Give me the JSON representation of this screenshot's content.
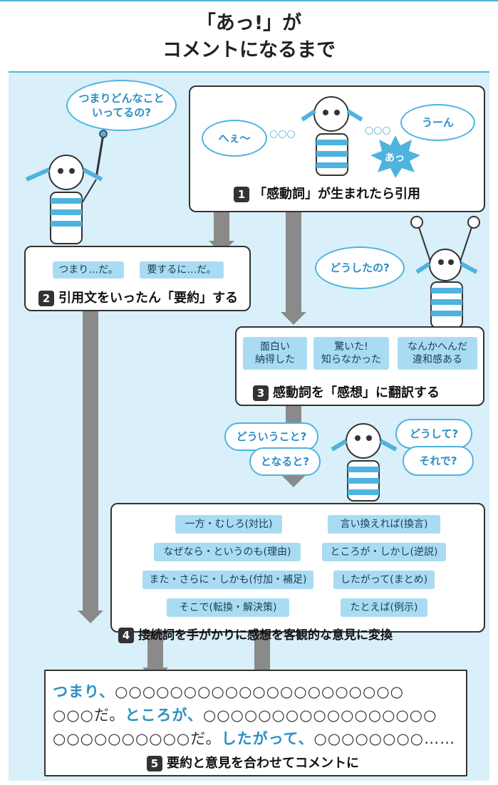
{
  "title": {
    "line1": "「あっ!」が",
    "line2": "コメントになるまで"
  },
  "bubbles": {
    "top_left": "つまりどんなこと\nいってるの?",
    "hee": "へぇ〜",
    "uun": "うーん",
    "a": "あっ",
    "doushitano": "どうしたの?",
    "douiukoto": "どういうこと?",
    "tonaruto": "となると?",
    "doushite": "どうして?",
    "sorede": "それで?"
  },
  "step1": {
    "num": "1",
    "caption": "「感動詞」が生まれたら引用"
  },
  "step2": {
    "num": "2",
    "caption": "引用文をいったん「要約」する",
    "chips": [
      "つまり…だ。",
      "要するに…だ。"
    ]
  },
  "step3": {
    "num": "3",
    "caption": "感動詞を「感想」に翻訳する",
    "chips": [
      {
        "l1": "面白い",
        "l2": "納得した"
      },
      {
        "l1": "驚いた!",
        "l2": "知らなかった"
      },
      {
        "l1": "なんかへんだ",
        "l2": "違和感ある"
      }
    ]
  },
  "step4": {
    "num": "4",
    "caption": "接続詞を手がかりに感想を客観的な意見に変換",
    "left_chips": [
      "一方・むしろ(対比)",
      "なぜなら・というのも(理由)",
      "また・さらに・しかも(付加・補足)",
      "そこで(転換・解決策)"
    ],
    "right_chips": [
      "言い換えれば(換言)",
      "ところが・しかし(逆説)",
      "したがって(まとめ)",
      "たとえば(例示)"
    ]
  },
  "step5": {
    "num": "5",
    "caption": "要約と意見を合わせてコメントに",
    "line1_blue": "つまり、",
    "line1_rest": "○○○○○○○○○○○○○○○○○○○○○",
    "line2_start": "○○○だ。",
    "line2_blue": "ところが、",
    "line2_rest": "○○○○○○○○○○○○○○○○○",
    "line3_start": "○○○○○○○○○○だ。",
    "line3_blue": "したがって、",
    "line3_rest": "○○○○○○○○……"
  },
  "colors": {
    "accent": "#4fb3e0",
    "chip": "#a9dcf2",
    "arrow": "#8a8a8a",
    "bg": "#d9eff9"
  }
}
